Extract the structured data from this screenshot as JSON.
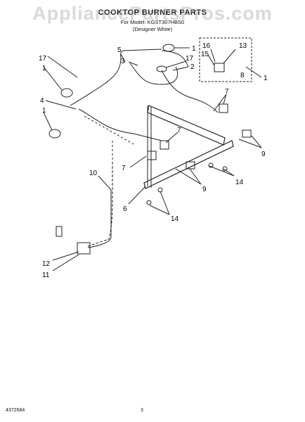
{
  "header": {
    "watermark": "AppliancePartsPros.com",
    "title": "COOKTOP BURNER PARTS",
    "model_line": "For Model: KGST307HBS0",
    "color_line": "(Designer White)"
  },
  "callouts": {
    "c1a": "1",
    "c1b": "1",
    "c1c": "1",
    "c1d": "1",
    "c2": "2",
    "c3": "3",
    "c4": "4",
    "c5": "5",
    "c6": "6",
    "c7a": "7",
    "c7b": "7",
    "c7c": "7",
    "c8": "8",
    "c9a": "9",
    "c9b": "9",
    "c10": "10",
    "c11": "11",
    "c12": "12",
    "c13": "13",
    "c14a": "14",
    "c14b": "14",
    "c15": "15",
    "c16": "16",
    "c17a": "17",
    "c17b": "17"
  },
  "footer": {
    "doc_number": "4372684",
    "page_number": "3"
  }
}
